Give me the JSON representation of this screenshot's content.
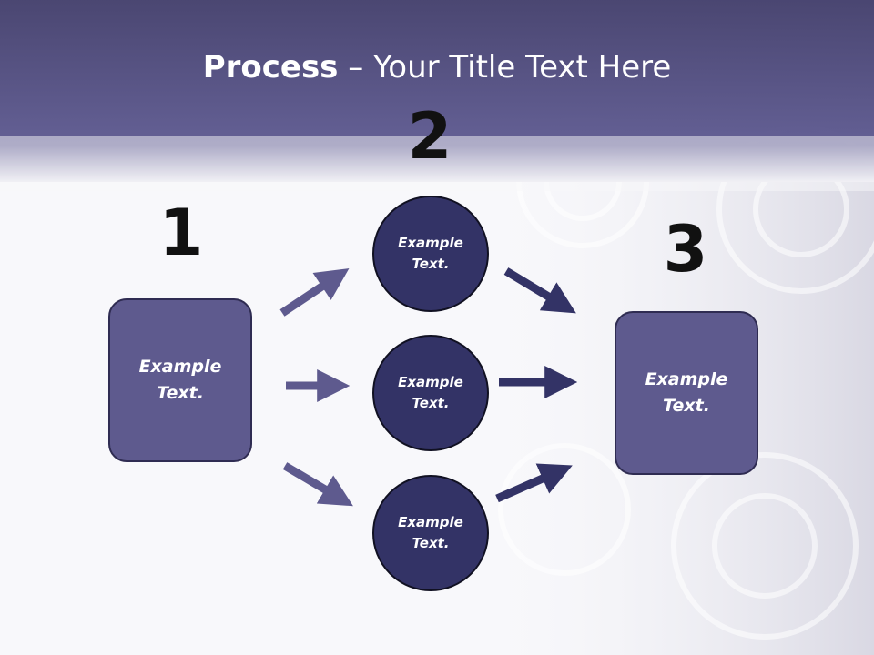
{
  "header": {
    "title_bold": "Process",
    "title_rest": " – Your Title Text Here"
  },
  "steps": [
    {
      "number": "1",
      "label": "Example Text."
    },
    {
      "number": "2",
      "label": "Example Text."
    },
    {
      "number": "3",
      "label": "Example Text."
    }
  ],
  "middle_nodes": [
    {
      "label": "Example Text."
    },
    {
      "label": "Example Text."
    },
    {
      "label": "Example Text."
    }
  ],
  "colors": {
    "header": "#4e4a7e",
    "box": "#5e5a8e",
    "circle": "#333366",
    "arrow_light": "#5e5a8e",
    "arrow_dark": "#333366"
  }
}
